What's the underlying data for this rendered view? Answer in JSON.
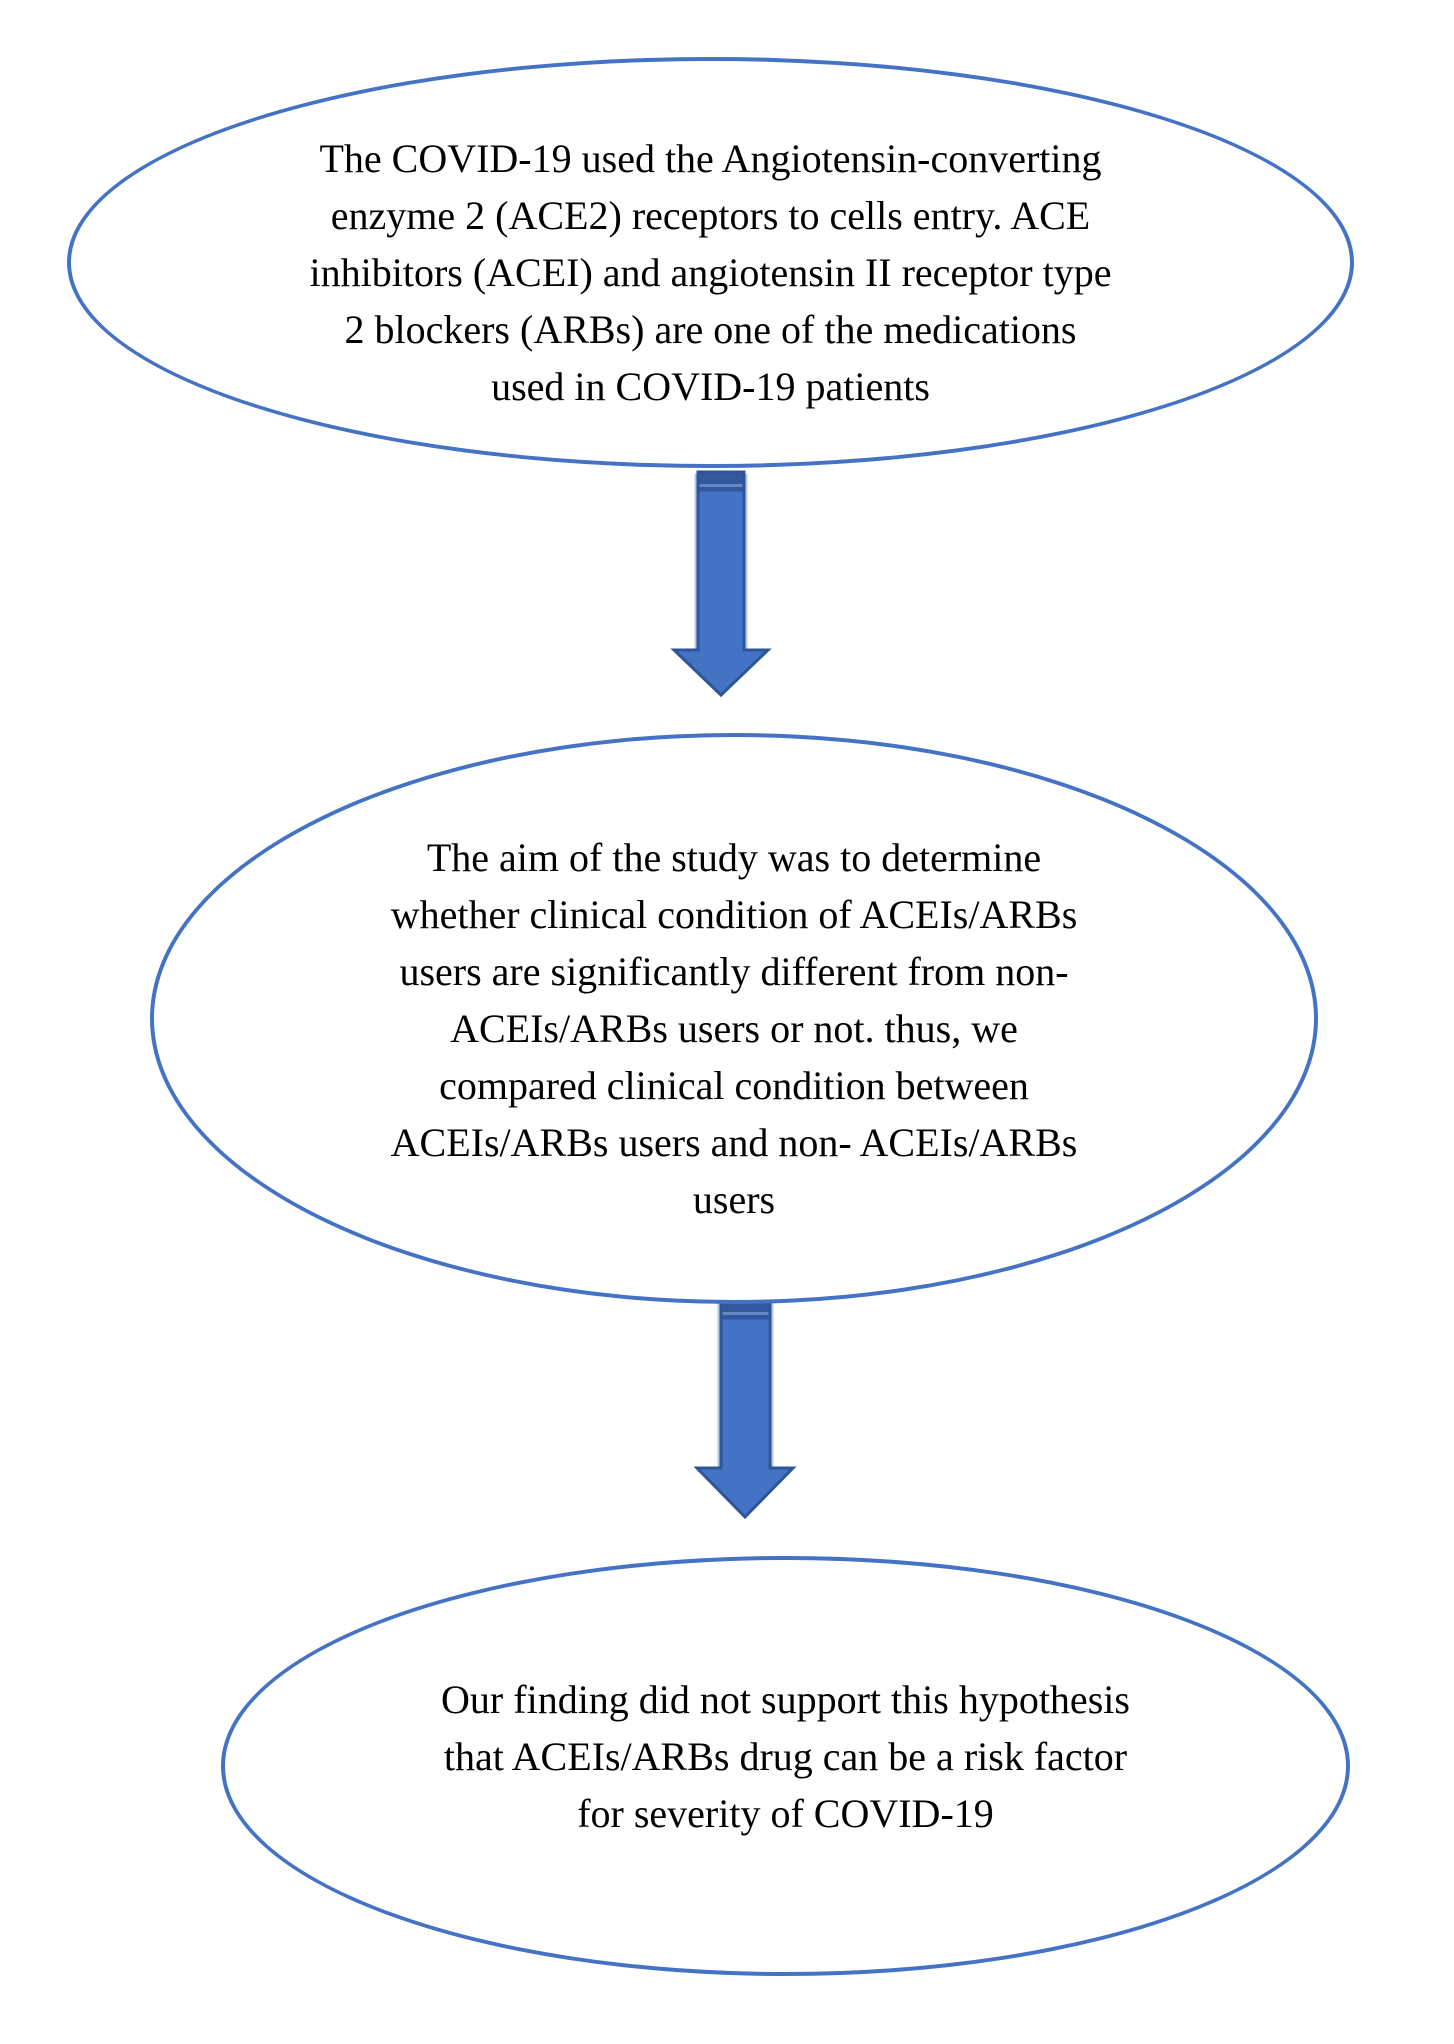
{
  "page": {
    "background": "#ffffff"
  },
  "palette": {
    "shape_outline": "#4472C4",
    "arrow_fill": "#4472C4",
    "arrow_border": "#2E5597",
    "arrow_cap_shade": "#33589D",
    "arrow_cap_highlight": "#6288C9",
    "text_color": "#000000"
  },
  "flowchart": {
    "nodes": [
      {
        "id": "node-1",
        "shape": "ellipse",
        "text": "The COVID-19 used the Angiotensin-converting\nenzyme 2 (ACE2) receptors to cells entry. ACE\ninhibitors (ACEI) and angiotensin II receptor type\n2 blockers (ARBs) are one of the medications\nused in COVID-19 patients"
      },
      {
        "id": "node-2",
        "shape": "ellipse",
        "text": "The aim of the study was to determine\nwhether clinical condition of ACEIs/ARBs\nusers are significantly different from non-\nACEIs/ARBs users or not. thus, we\ncompared clinical condition between\nACEIs/ARBs users and non- ACEIs/ARBs\nusers"
      },
      {
        "id": "node-3",
        "shape": "ellipse",
        "text": "Our finding did not support this hypothesis\nthat ACEIs/ARBs drug can be a risk factor\nfor severity of COVID-19"
      }
    ],
    "connectors": [
      {
        "id": "connector-1",
        "type": "block-arrow",
        "direction": "down",
        "from": "node-1",
        "to": "node-2"
      },
      {
        "id": "connector-2",
        "type": "block-arrow",
        "direction": "down",
        "from": "node-2",
        "to": "node-3"
      }
    ]
  }
}
